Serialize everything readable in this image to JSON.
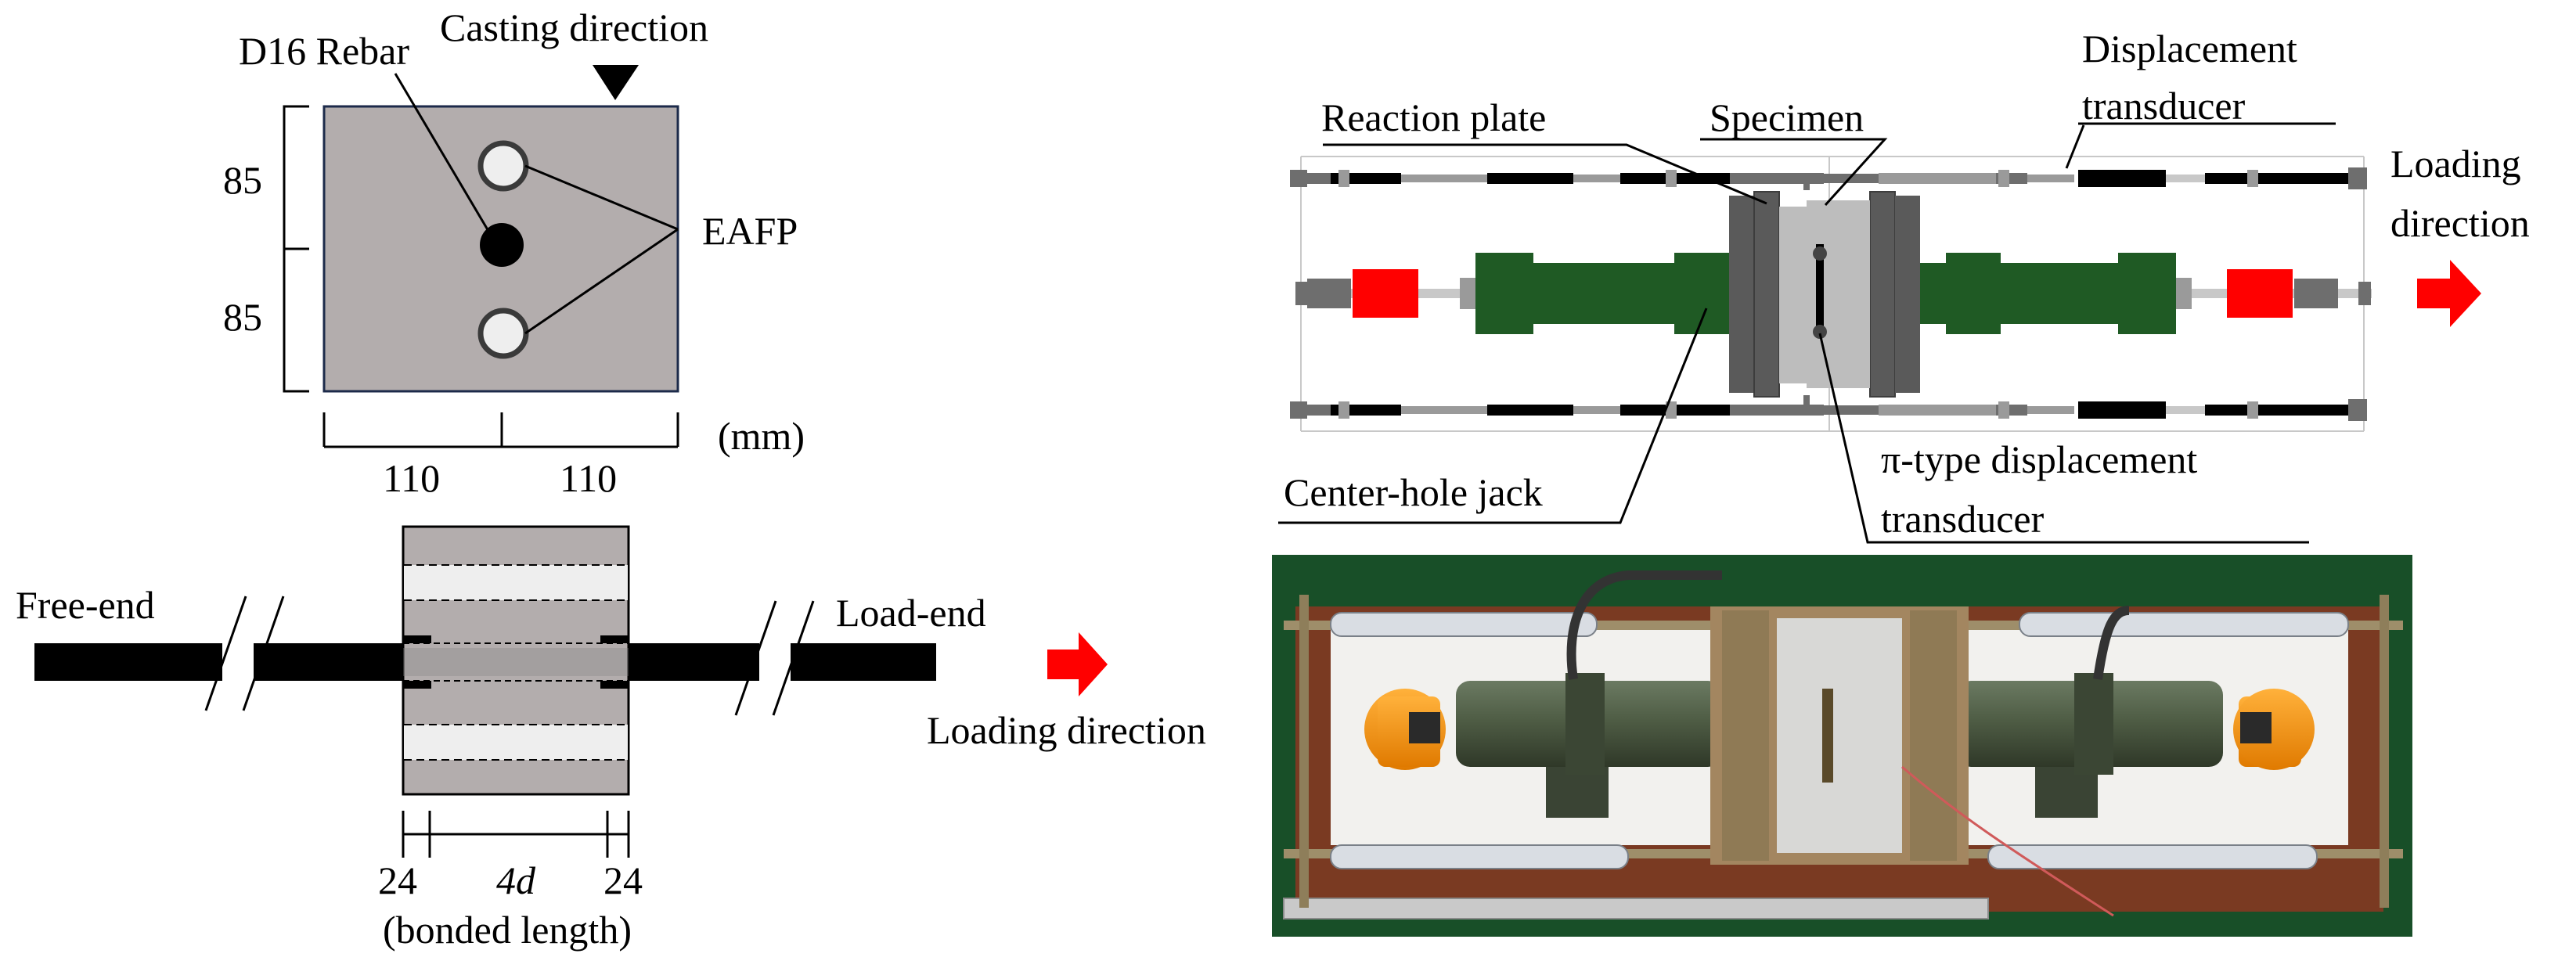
{
  "cross_section": {
    "rebar_label": "D16 Rebar",
    "casting_label": "Casting direction",
    "eafp_label": "EAFP",
    "dim_top": "85",
    "dim_bottom": "85",
    "dim_left": "110",
    "dim_right": "110",
    "unit": "(mm)"
  },
  "side_view": {
    "free_end_label": "Free-end",
    "load_end_label": "Load-end",
    "loading_label": "Loading direction",
    "dim_left": "24",
    "dim_mid": "4d",
    "dim_right": "24",
    "bonded_label": "(bonded length)"
  },
  "test_setup": {
    "reaction_plate_label": "Reaction plate",
    "specimen_label": "Specimen",
    "disp_transducer_line1": "Displacement",
    "disp_transducer_line2": "transducer",
    "loading_line1": "Loading",
    "loading_line2": "direction",
    "jack_label": "Center-hole jack",
    "pi_line1": "π-type displacement",
    "pi_line2": "transducer"
  },
  "colors": {
    "concrete": "#b3adad",
    "jack_green": "#1f5a24",
    "red": "#ff0000",
    "plate": "#5a5a5a",
    "specimen": "#bdbdbd",
    "eafp": "#eeeeee"
  }
}
